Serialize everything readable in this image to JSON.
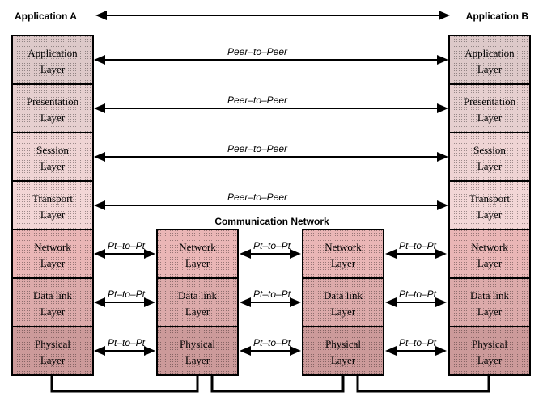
{
  "header": {
    "app_a": "Application A",
    "app_b": "Application B"
  },
  "network_label": "Communication Network",
  "peer_label": "Peer–to–Peer",
  "pt_label": "Pt–to–Pt",
  "stacks": {
    "left": [
      {
        "line1": "Application",
        "line2": "Layer",
        "color": "#ddc9c9"
      },
      {
        "line1": "Presentation",
        "line2": "Layer",
        "color": "#e6cfcf"
      },
      {
        "line1": "Session",
        "line2": "Layer",
        "color": "#efd4d4"
      },
      {
        "line1": "Transport",
        "line2": "Layer",
        "color": "#f2d6d6"
      },
      {
        "line1": "Network",
        "line2": "Layer",
        "color": "#eab6b6"
      },
      {
        "line1": "Data link",
        "line2": "Layer",
        "color": "#dcaaaa"
      },
      {
        "line1": "Physical",
        "line2": "Layer",
        "color": "#cc9a9a"
      }
    ],
    "right": [
      {
        "line1": "Application",
        "line2": "Layer",
        "color": "#ddc9c9"
      },
      {
        "line1": "Presentation",
        "line2": "Layer",
        "color": "#e6cfcf"
      },
      {
        "line1": "Session",
        "line2": "Layer",
        "color": "#efd4d4"
      },
      {
        "line1": "Transport",
        "line2": "Layer",
        "color": "#f2d6d6"
      },
      {
        "line1": "Network",
        "line2": "Layer",
        "color": "#eab6b6"
      },
      {
        "line1": "Data link",
        "line2": "Layer",
        "color": "#dcaaaa"
      },
      {
        "line1": "Physical",
        "line2": "Layer",
        "color": "#cc9a9a"
      }
    ],
    "node1": [
      {
        "line1": "Network",
        "line2": "Layer",
        "color": "#eab6b6"
      },
      {
        "line1": "Data link",
        "line2": "Layer",
        "color": "#dcaaaa"
      },
      {
        "line1": "Physical",
        "line2": "Layer",
        "color": "#cc9a9a"
      }
    ],
    "node2": [
      {
        "line1": "Network",
        "line2": "Layer",
        "color": "#eab6b6"
      },
      {
        "line1": "Data link",
        "line2": "Layer",
        "color": "#dcaaaa"
      },
      {
        "line1": "Physical",
        "line2": "Layer",
        "color": "#cc9a9a"
      }
    ]
  }
}
